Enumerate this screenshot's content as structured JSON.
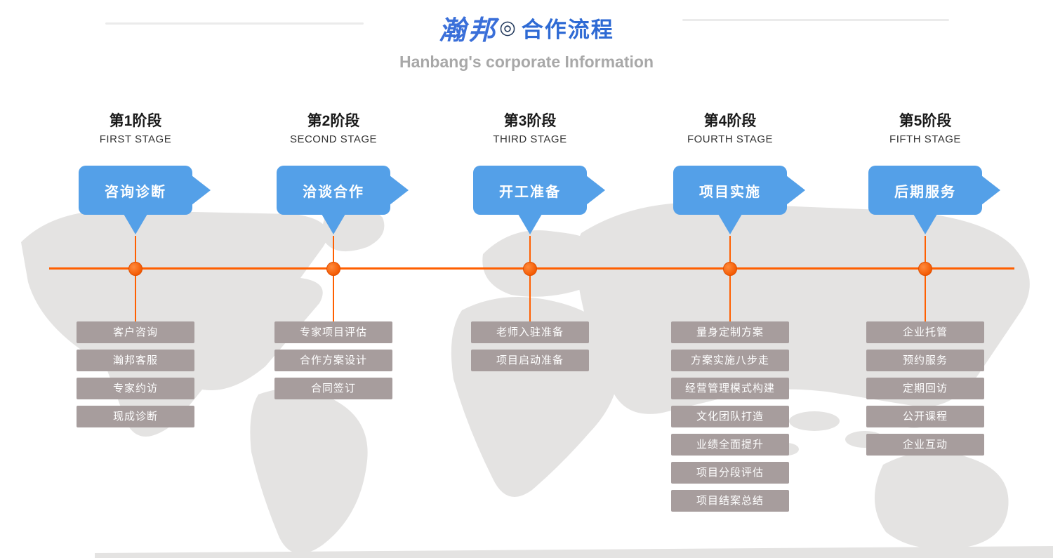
{
  "header": {
    "logo": "瀚邦",
    "logo_mark": "◎",
    "title": "合作流程",
    "subtitle": "Hanbang's corporate Information"
  },
  "colors": {
    "bubble_blue": "#54a0e8",
    "timeline_orange": "#ff5f00",
    "item_box_gray": "#a79d9d",
    "title_blue": "#2e6ad4",
    "logo_blue": "#3a6fd9",
    "subtitle_gray": "#a8a8a8",
    "map_gray": "#e4e3e2"
  },
  "stages": [
    {
      "label": "第1阶段",
      "label_en": "FIRST STAGE",
      "bubble": "咨询诊断",
      "items": [
        "客户咨询",
        "瀚邦客服",
        "专家约访",
        "现成诊断"
      ]
    },
    {
      "label": "第2阶段",
      "label_en": "SECOND STAGE",
      "bubble": "洽谈合作",
      "items": [
        "专家项目评估",
        "合作方案设计",
        "合同签订"
      ]
    },
    {
      "label": "第3阶段",
      "label_en": "THIRD STAGE",
      "bubble": "开工准备",
      "items": [
        "老师入驻准备",
        "项目启动准备"
      ]
    },
    {
      "label": "第4阶段",
      "label_en": "FOURTH STAGE",
      "bubble": "项目实施",
      "items": [
        "量身定制方案",
        "方案实施八步走",
        "经营管理模式构建",
        "文化团队打造",
        "业绩全面提升",
        "项目分段评估",
        "项目结案总结"
      ]
    },
    {
      "label": "第5阶段",
      "label_en": "FIFTH STAGE",
      "bubble": "后期服务",
      "items": [
        "企业托管",
        "预约服务",
        "定期回访",
        "公开课程",
        "企业互动"
      ]
    }
  ]
}
